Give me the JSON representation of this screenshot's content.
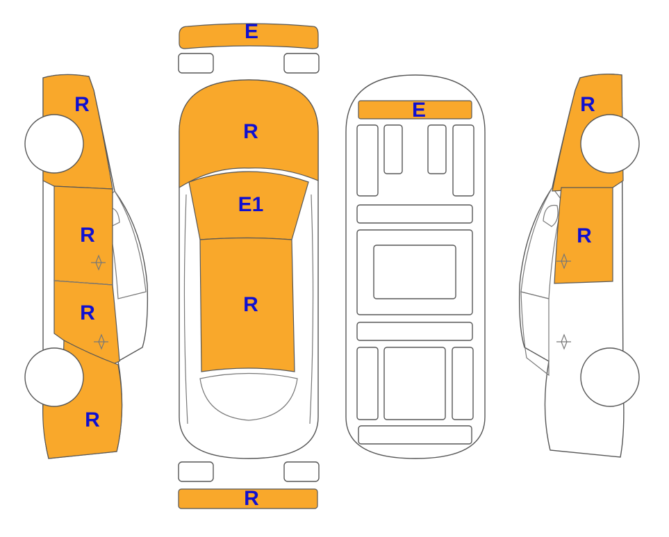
{
  "colors": {
    "damaged_fill": "#F9A82B",
    "label_text": "#1010D0",
    "outline": "#555555"
  },
  "labels": {
    "front_bumper": "E",
    "hood": "R",
    "windshield": "E1",
    "roof": "R",
    "rear_bumper": "R",
    "underbody_front": "E",
    "left_front_fender": "R",
    "left_front_door": "R",
    "left_rear_door": "R",
    "left_rear_quarter": "R",
    "right_front_fender": "R",
    "right_front_door": "R"
  }
}
